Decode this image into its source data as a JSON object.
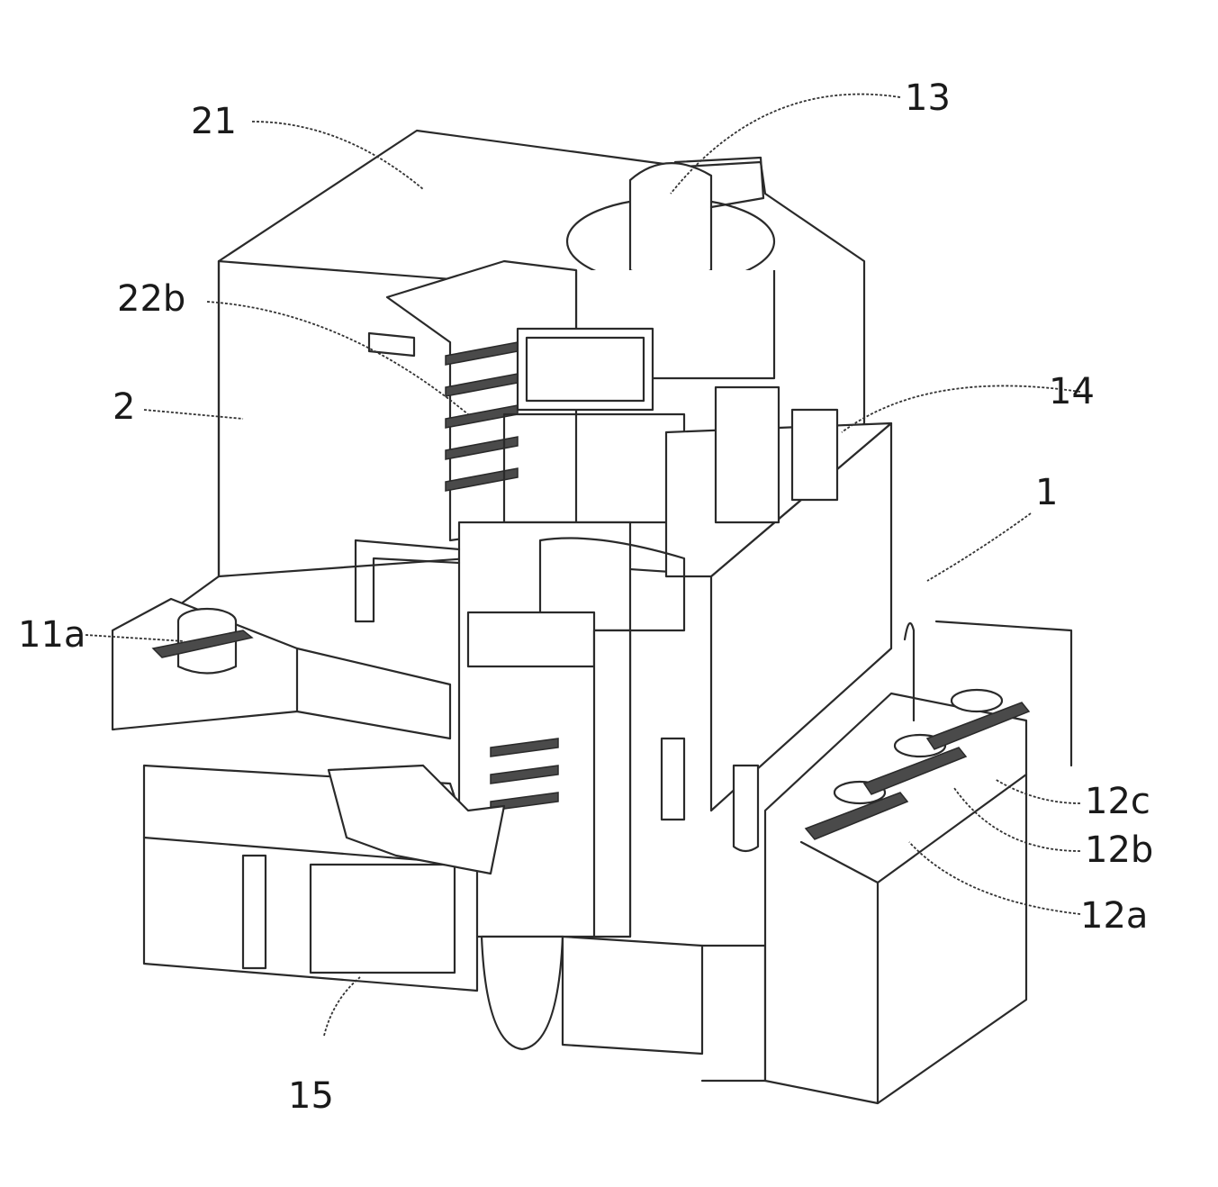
{
  "figure": {
    "labels": {
      "l21": "21",
      "l13": "13",
      "l22b": "22b",
      "l2": "2",
      "l14": "14",
      "l1": "1",
      "l11a": "11a",
      "l12c": "12c",
      "l12b": "12b",
      "l12a": "12a",
      "l15": "15"
    }
  }
}
